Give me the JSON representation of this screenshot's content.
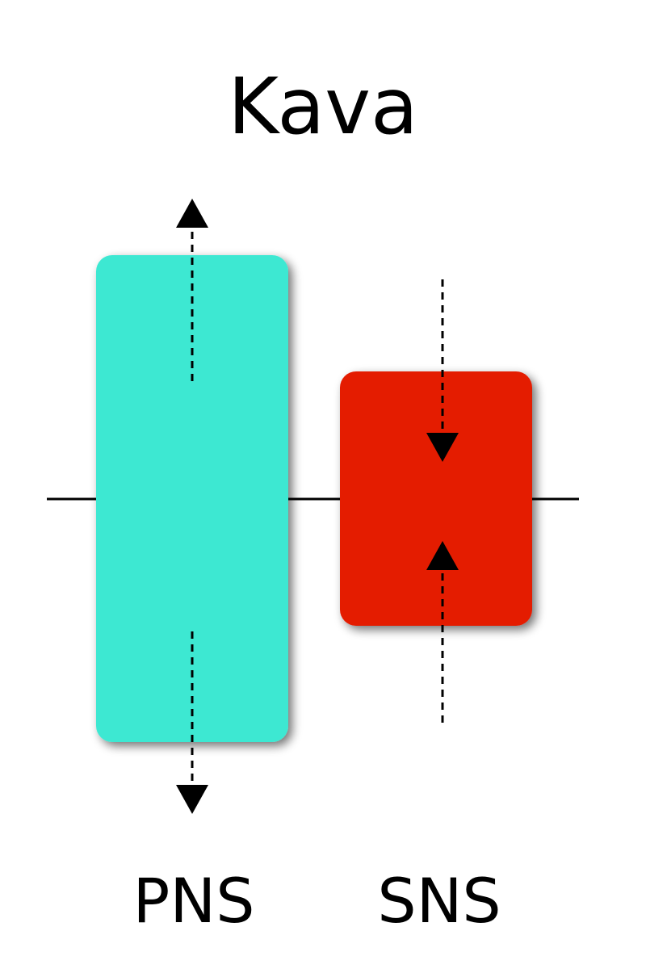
{
  "title": "Kava",
  "colors": {
    "pns": "#3ee8d2",
    "sns": "#e41a02",
    "line": "#000000"
  },
  "systems": [
    {
      "label": "PNS",
      "effect": "expand"
    },
    {
      "label": "SNS",
      "effect": "contract"
    }
  ]
}
